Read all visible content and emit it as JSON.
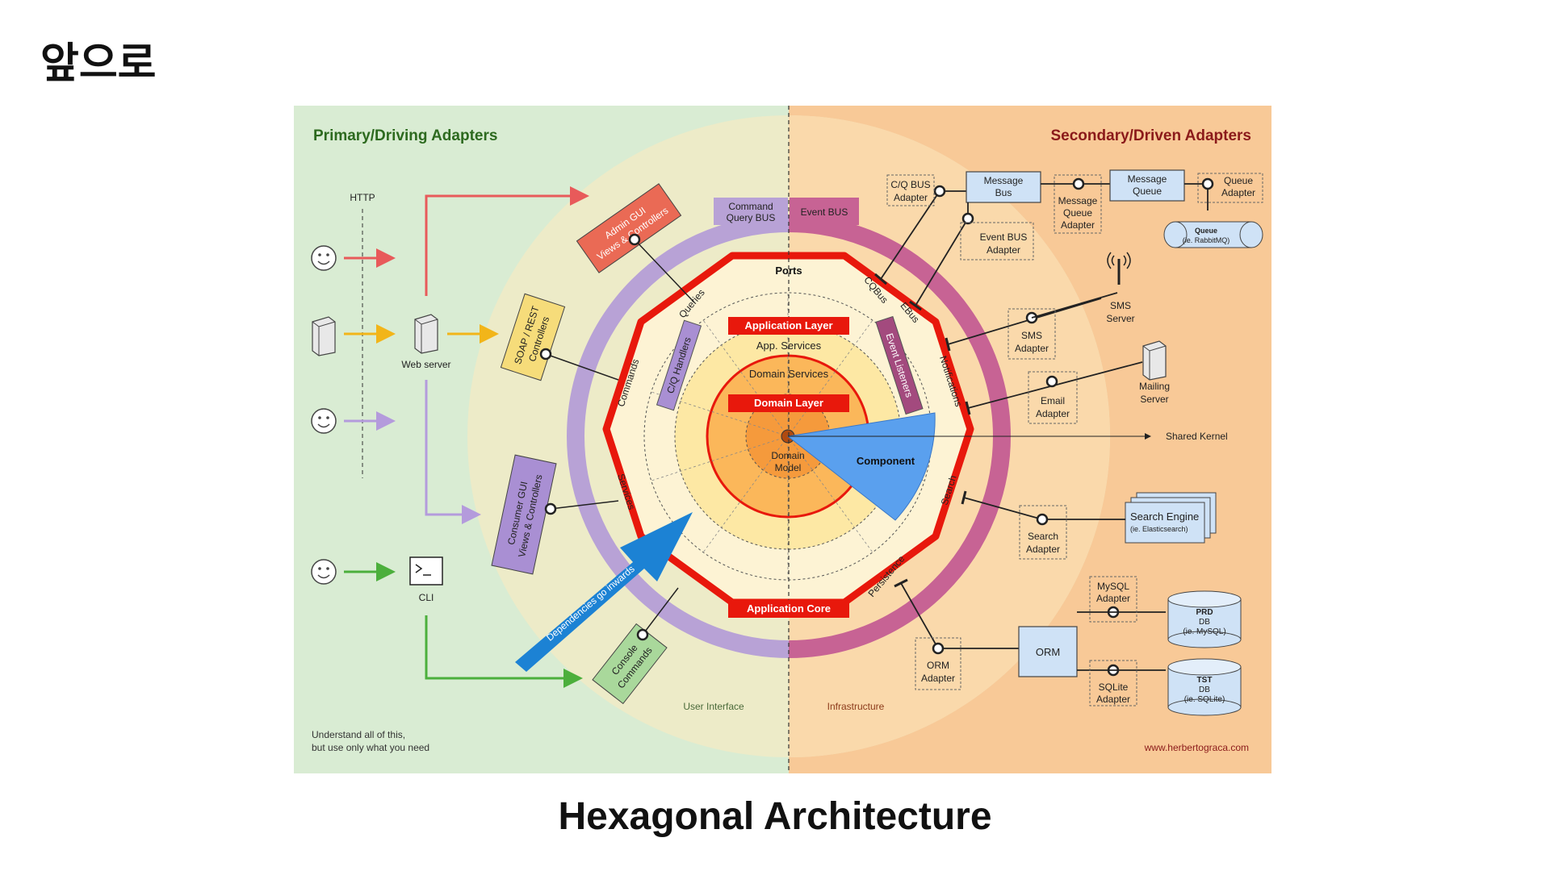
{
  "slide": {
    "title": "앞으로",
    "caption": "Hexagonal Architecture"
  },
  "diagram": {
    "left_title": "Primary/Driving Adapters",
    "right_title": "Secondary/Driven Adapters",
    "http": "HTTP",
    "web_server": "Web server",
    "cli": "CLI",
    "admin_gui": [
      "Admin GUI",
      "Views & Controllers"
    ],
    "soap_rest": [
      "SOAP / REST",
      "Controllers"
    ],
    "consumer_gui": [
      "Consumer GUI",
      "Views & Controllers"
    ],
    "console_commands": [
      "Console",
      "Commands"
    ],
    "command_query_bus": [
      "Command",
      "Query BUS"
    ],
    "event_bus": "Event BUS",
    "ports": "Ports",
    "queries": "Queries",
    "commands": "Commands",
    "services": "Services",
    "cqbus": "CQBus",
    "ebus": "EBus",
    "notifications": "Notifications",
    "search": "Search",
    "persistence": "Persistence",
    "application_layer": "Application Layer",
    "app_services": "App. Services",
    "domain_services": "Domain Services",
    "domain_layer": "Domain Layer",
    "domain_model": [
      "Domain",
      "Model"
    ],
    "component": "Component",
    "cq_handlers": "C/Q Handlers",
    "event_listeners": "Event Listeners",
    "application_core": "Application Core",
    "dependencies": "Dependencies go inwards",
    "user_interface": "User Interface",
    "infrastructure": "Infrastructure",
    "shared_kernel": "Shared Kernel",
    "cq_bus_adapter": [
      "C/Q BUS",
      "Adapter"
    ],
    "message_bus": [
      "Message",
      "Bus"
    ],
    "message_queue_adapter": [
      "Message",
      "Queue",
      "Adapter"
    ],
    "message_queue": [
      "Message",
      "Queue"
    ],
    "queue_adapter": [
      "Queue",
      "Adapter"
    ],
    "queue": [
      "Queue",
      "(ie. RabbitMQ)"
    ],
    "event_bus_adapter": [
      "Event BUS",
      "Adapter"
    ],
    "sms_server": [
      "SMS",
      "Server"
    ],
    "sms_adapter": [
      "SMS",
      "Adapter"
    ],
    "mailing_server": [
      "Mailing",
      "Server"
    ],
    "email_adapter": [
      "Email",
      "Adapter"
    ],
    "search_engine": [
      "Search Engine",
      "(ie. Elasticsearch)"
    ],
    "search_adapter": [
      "Search",
      "Adapter"
    ],
    "mysql_adapter": [
      "MySQL",
      "Adapter"
    ],
    "prd_db": [
      "PRD",
      "DB",
      "(ie. MySQL)"
    ],
    "orm": "ORM",
    "sqlite_adapter": [
      "SQLite",
      "Adapter"
    ],
    "tst_db": [
      "TST",
      "DB",
      "(ie. SQLite)"
    ],
    "orm_adapter": [
      "ORM",
      "Adapter"
    ],
    "footnote": [
      "Understand all of this,",
      "but use only what you need"
    ],
    "credit": "www.herbertograca.com",
    "colors": {
      "left_bg": "#d9ecd3",
      "right_bg": "#f8c997",
      "core_red": "#e8180c",
      "purple_ring": "#b8a2d6",
      "magenta_ring": "#c76394",
      "component_blue": "#5aa0ee"
    }
  }
}
